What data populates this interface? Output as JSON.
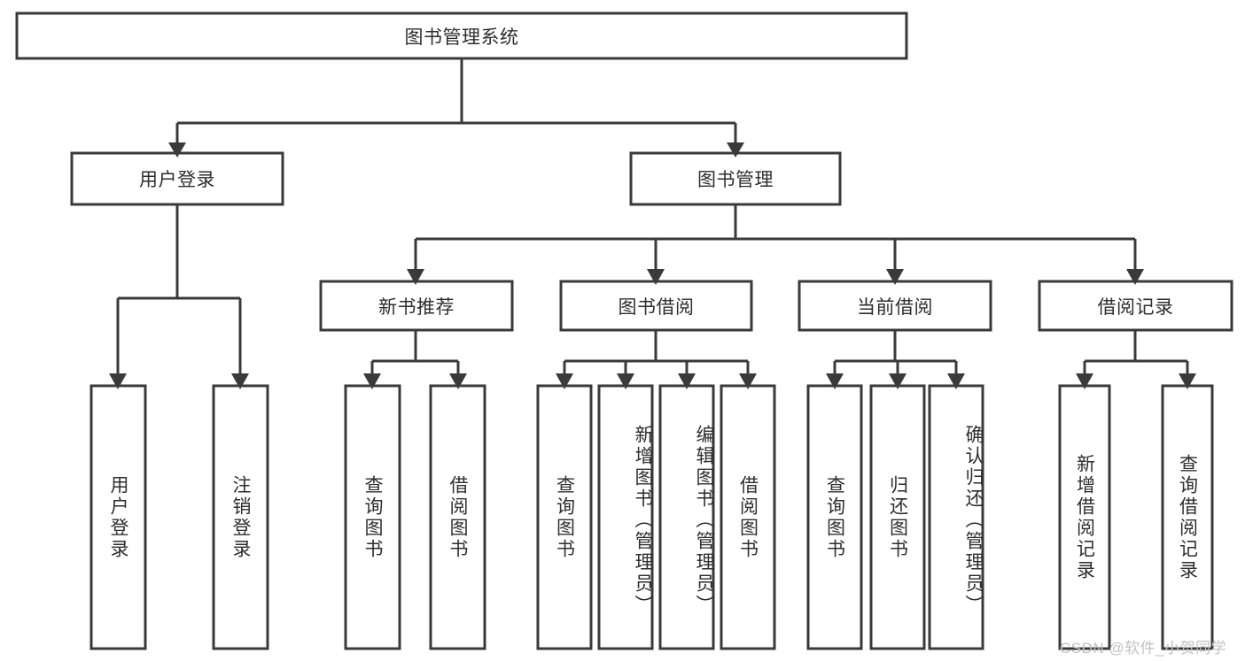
{
  "diagram": {
    "title": "图书管理系统",
    "type": "hierarchy-tree",
    "orientation": "top-down",
    "colors": {
      "stroke": "#3a3a3a",
      "box_fill": "#ffffff",
      "text": "#2e2e2e",
      "background": "#ffffff",
      "watermark": "#c2c2c2"
    },
    "levels": {
      "root": {
        "label": "图书管理系统"
      },
      "level2": [
        {
          "label": "用户登录"
        },
        {
          "label": "图书管理"
        }
      ],
      "level3": [
        {
          "label": "新书推荐"
        },
        {
          "label": "图书借阅"
        },
        {
          "label": "当前借阅"
        },
        {
          "label": "借阅记录"
        }
      ],
      "leaves": {
        "user_login": [
          {
            "label": "用户登录"
          },
          {
            "label": "注销登录"
          }
        ],
        "new_book_recommend": [
          {
            "label": "查询图书"
          },
          {
            "label": "借阅图书"
          }
        ],
        "book_borrow": [
          {
            "label": "查询图书"
          },
          {
            "label": "新增图书（管理员）"
          },
          {
            "label": "编辑图书（管理员）"
          },
          {
            "label": "借阅图书"
          }
        ],
        "current_borrow": [
          {
            "label": "查询图书"
          },
          {
            "label": "归还图书"
          },
          {
            "label": "确认归还（管理员）"
          }
        ],
        "borrow_record": [
          {
            "label": "新增借阅记录"
          },
          {
            "label": "查询借阅记录"
          }
        ]
      }
    }
  },
  "watermark": {
    "text": "CSDN @软件_小贺同学"
  }
}
